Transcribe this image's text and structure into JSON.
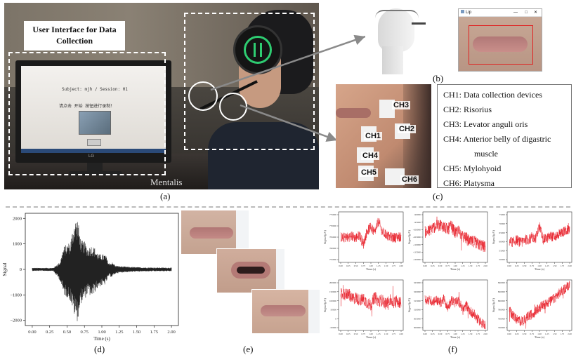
{
  "panel_a": {
    "label": "(a)",
    "ui_title": "User Interface for Data Collection",
    "screen_line1": "Subject: mjh / Session: 01",
    "screen_line2": "请点击 开始 按钮进行录制！",
    "monitor_brand": "LG",
    "overlay_word": "Mentalis"
  },
  "panel_b": {
    "label": "(b)",
    "window_title": "Lip"
  },
  "panel_c": {
    "label": "(c)",
    "tags": [
      "CH1",
      "CH2",
      "CH3",
      "CH4",
      "CH5",
      "CH6"
    ],
    "legend": [
      "CH1:  Data collection devices",
      "CH2:  Risorius",
      "CH3:  Levator anguli oris",
      "CH4:  Anterior belly of digastric",
      "muscle",
      "CH5:  Mylohyoid",
      "CH6:  Platysma"
    ]
  },
  "panel_d": {
    "label": "(d)"
  },
  "panel_e": {
    "label": "(e)"
  },
  "panel_f": {
    "label": "(f)"
  },
  "chart_data": [
    {
      "type": "line",
      "id": "audio-signal",
      "xlabel": "Time (s)",
      "ylabel": "Signal",
      "xlim": [
        -0.1,
        2.1
      ],
      "ylim": [
        -2200,
        2200
      ],
      "xticks": [
        0.0,
        0.25,
        0.5,
        0.75,
        1.0,
        1.25,
        1.5,
        1.75,
        2.0
      ],
      "xtick_labels": [
        "0.00",
        "0.25",
        "0.50",
        "0.75",
        "1.00",
        "1.25",
        "1.50",
        "1.75",
        "2.00"
      ],
      "yticks": [
        -2000,
        -1000,
        0,
        1000,
        2000
      ],
      "ytick_labels": [
        "−2000",
        "−1000",
        "0",
        "1000",
        "2000"
      ],
      "envelope": {
        "x": [
          0.0,
          0.3,
          0.4,
          0.45,
          0.5,
          0.55,
          0.6,
          0.65,
          0.7,
          0.75,
          0.8,
          0.85,
          0.9,
          0.95,
          1.0,
          1.05,
          1.1,
          1.15,
          1.2,
          1.3,
          1.4,
          1.6,
          2.0
        ],
        "upper": [
          60,
          60,
          300,
          900,
          1000,
          1100,
          1900,
          2050,
          1150,
          1100,
          850,
          950,
          850,
          600,
          600,
          600,
          250,
          280,
          150,
          120,
          100,
          80,
          70
        ],
        "lower": [
          -60,
          -60,
          -450,
          -1000,
          -1100,
          -1250,
          -1800,
          -2050,
          -1350,
          -1200,
          -950,
          -1100,
          -900,
          -700,
          -650,
          -600,
          -280,
          -300,
          -160,
          -120,
          -100,
          -80,
          -70
        ]
      },
      "color": "#222222"
    },
    {
      "type": "line",
      "id": "emg-grid",
      "xlabel": "Time (s)",
      "ylabel": "Signal (μV)",
      "xlim": [
        0,
        2
      ],
      "xtick_labels": [
        "0.00",
        "0.25",
        "0.50",
        "0.75",
        "1.00",
        "1.25",
        "1.50",
        "1.75",
        "2.00"
      ],
      "color": "#e8202a",
      "channels": [
        {
          "ch": "CH1",
          "ytick_labels": [
            "775000",
            "770000",
            "765000",
            "760000",
            "755000"
          ],
          "profile": [
            0.5,
            0.49,
            0.5,
            0.52,
            0.48,
            0.55,
            0.35,
            0.62,
            0.7,
            0.58,
            0.82,
            0.6,
            0.55,
            0.5,
            0.49,
            0.5,
            0.51
          ],
          "noise": 0.1
        },
        {
          "ch": "CH2",
          "ytick_labels": [
            "-90000",
            "-95000",
            "-100000",
            "-105000",
            "-110000",
            "-115000",
            "-120000"
          ],
          "profile": [
            0.6,
            0.62,
            0.68,
            0.72,
            0.75,
            0.7,
            0.65,
            0.72,
            0.58,
            0.62,
            0.5,
            0.48,
            0.4,
            0.42,
            0.36,
            0.34,
            0.3
          ],
          "noise": 0.12
        },
        {
          "ch": "CH3",
          "ytick_labels": [
            "75000",
            "70000",
            "65000",
            "60000",
            "55000",
            "50000"
          ],
          "profile": [
            0.42,
            0.4,
            0.45,
            0.38,
            0.46,
            0.44,
            0.5,
            0.48,
            0.72,
            0.45,
            0.48,
            0.52,
            0.5,
            0.55,
            0.6,
            0.62,
            0.66
          ],
          "noise": 0.1
        },
        {
          "ch": "CH4",
          "ytick_labels": [
            "200000",
            "150000",
            "100000",
            "50000",
            "0",
            "-50000"
          ],
          "profile": [
            0.72,
            0.7,
            0.74,
            0.62,
            0.65,
            0.6,
            0.62,
            0.55,
            0.5,
            0.66,
            0.58,
            0.6,
            0.52,
            0.6,
            0.56,
            0.58,
            0.55
          ],
          "noise": 0.12
        },
        {
          "ch": "CH5",
          "ytick_labels": [
            "325000",
            "320000",
            "315000",
            "310000",
            "305000",
            "300000"
          ],
          "profile": [
            0.62,
            0.6,
            0.58,
            0.6,
            0.55,
            0.62,
            0.45,
            0.6,
            0.55,
            0.58,
            0.4,
            0.5,
            0.38,
            0.32,
            0.22,
            0.15,
            0.12
          ],
          "noise": 0.1
        },
        {
          "ch": "CH6",
          "ytick_labels": [
            "840000",
            "820000",
            "800000",
            "780000",
            "760000",
            "740000"
          ],
          "profile": [
            0.4,
            0.3,
            0.22,
            0.18,
            0.2,
            0.28,
            0.32,
            0.38,
            0.45,
            0.5,
            0.55,
            0.58,
            0.64,
            0.72,
            0.78,
            0.85,
            0.92
          ],
          "noise": 0.1
        }
      ]
    }
  ]
}
